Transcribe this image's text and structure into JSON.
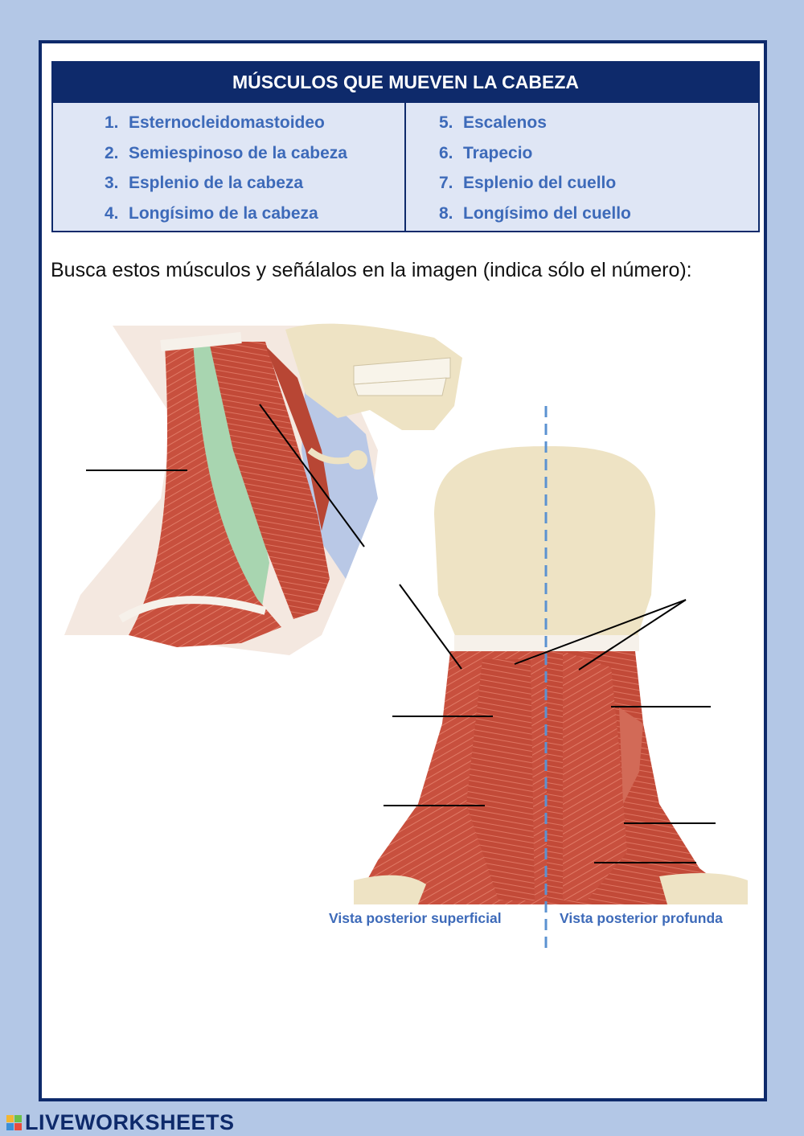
{
  "title": "MÚSCULOS QUE MUEVEN LA CABEZA",
  "muscles": {
    "left": [
      {
        "num": "1.",
        "name": "Esternocleidomastoideo"
      },
      {
        "num": "2.",
        "name": "Semiespinoso de la cabeza"
      },
      {
        "num": "3.",
        "name": "Esplenio de la cabeza"
      },
      {
        "num": "4.",
        "name": "Longísimo de la cabeza"
      }
    ],
    "right": [
      {
        "num": "5.",
        "name": "Escalenos"
      },
      {
        "num": "6.",
        "name": "Trapecio"
      },
      {
        "num": "7.",
        "name": "Esplenio del cuello"
      },
      {
        "num": "8.",
        "name": "Longísimo del cuello"
      }
    ]
  },
  "instruction": "Busca estos músculos y señálalos en la imagen (indica sólo el número):",
  "labels": {
    "superficial": "Vista posterior superficial",
    "deep": "Vista posterior profunda"
  },
  "colors": {
    "navy": "#0e2a6b",
    "accent_blue": "#3d6ab9",
    "page_bg": "#b3c7e6",
    "muscle_red": "#c8503e",
    "bone": "#eee3c4",
    "scalene_green": "#a8d5b0"
  },
  "brand": "LIVEWORKSHEETS"
}
